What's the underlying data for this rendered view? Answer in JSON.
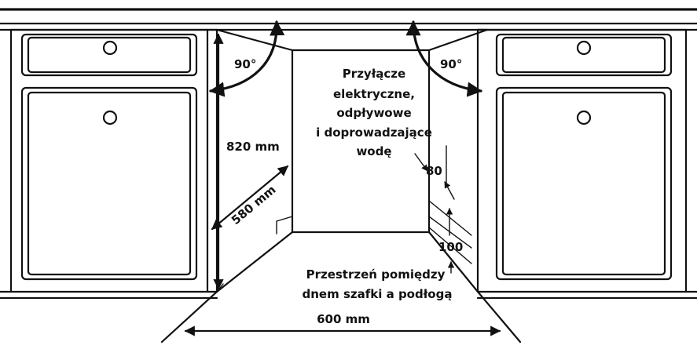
{
  "labels": {
    "angle_left": "90°",
    "angle_right": "90°",
    "height": "820 mm",
    "depth": "580 mm",
    "width": "600 mm",
    "dim_80": "80",
    "dim_100": "100",
    "connections": [
      "Przyłącze",
      "elektryczne,",
      "odpływowe",
      "i doprowadzające",
      "wodę"
    ],
    "gap": [
      "Przestrzeń pomiędzy",
      "dnem szafki a podłogą"
    ]
  },
  "colors": {
    "line": "#111111",
    "background": "#ffffff"
  }
}
